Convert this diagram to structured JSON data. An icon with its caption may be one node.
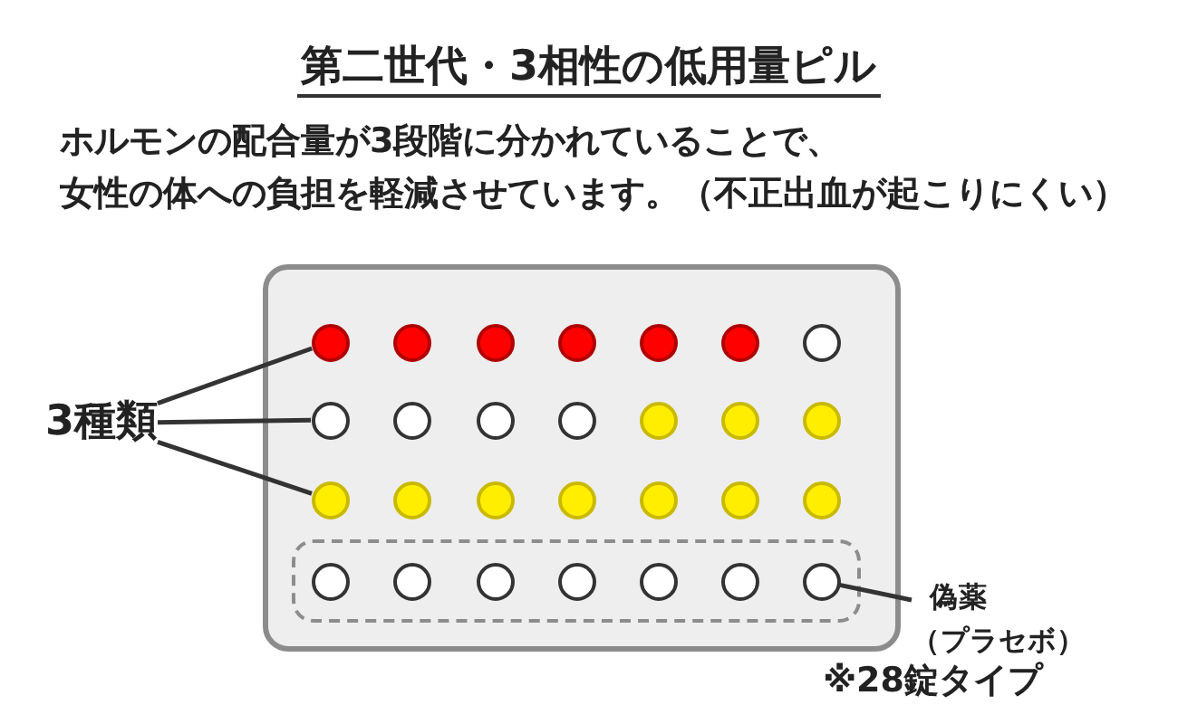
{
  "diagram": {
    "title": "第二世代・3相性の低用量ピル",
    "nodes": [
      {
        "text": [
          "3種類"
        ]
      },
      {
        "text": [],
        "shape": "circle"
      },
      {
        "text": [],
        "shape": "circle"
      },
      {
        "text": [],
        "shape": "circle"
      },
      {
        "text": [
          "偽薬（プラセボ）"
        ]
      },
      {
        "text": [],
        "shape": "circle"
      }
    ],
    "edges": [
      {
        "from": 0,
        "to": 1,
        "arrow": "none"
      },
      {
        "from": 0,
        "to": 2,
        "arrow": "none"
      },
      {
        "from": 0,
        "to": 3,
        "arrow": "none"
      },
      {
        "from": 4,
        "to": 5,
        "arrow": "none"
      }
    ],
    "labels": [
      "ホルモンの配合量が3段階に分かれていることで、女性の体への負担を軽減させています。（不正出血が起こりにくい）",
      "※28錠タイプ"
    ]
  }
}
